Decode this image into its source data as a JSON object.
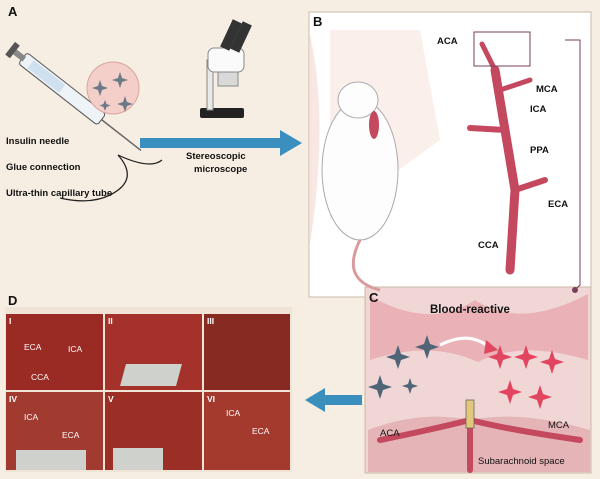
{
  "panels": {
    "a": {
      "letter": "A",
      "needle_label": "Insulin needle",
      "glue_label": "Glue connection",
      "tube_label": "Ultra-thin capillary tube",
      "microscope_label_1": "Stereoscopic",
      "microscope_label_2": "microscope"
    },
    "b": {
      "letter": "B",
      "vessels": [
        "ACA",
        "MCA",
        "ICA",
        "PPA",
        "ECA",
        "CCA"
      ]
    },
    "c": {
      "letter": "C",
      "title": "Blood-reactive",
      "aca": "ACA",
      "mca": "MCA",
      "space": "Subarachnoid space"
    },
    "d": {
      "letter": "D",
      "photos": [
        {
          "roman": "I",
          "labels": [
            "ECA",
            "ICA",
            "CCA"
          ]
        },
        {
          "roman": "II",
          "labels": []
        },
        {
          "roman": "III",
          "labels": []
        },
        {
          "roman": "IV",
          "labels": [
            "ICA",
            "ECA"
          ]
        },
        {
          "roman": "V",
          "labels": []
        },
        {
          "roman": "VI",
          "labels": [
            "ICA",
            "ECA"
          ]
        }
      ]
    }
  },
  "colors": {
    "arrow": "#3a8fbf",
    "vessel": "#c4485e",
    "background": "#f6eee2",
    "panel_c_bg": "#f1d6d6"
  }
}
